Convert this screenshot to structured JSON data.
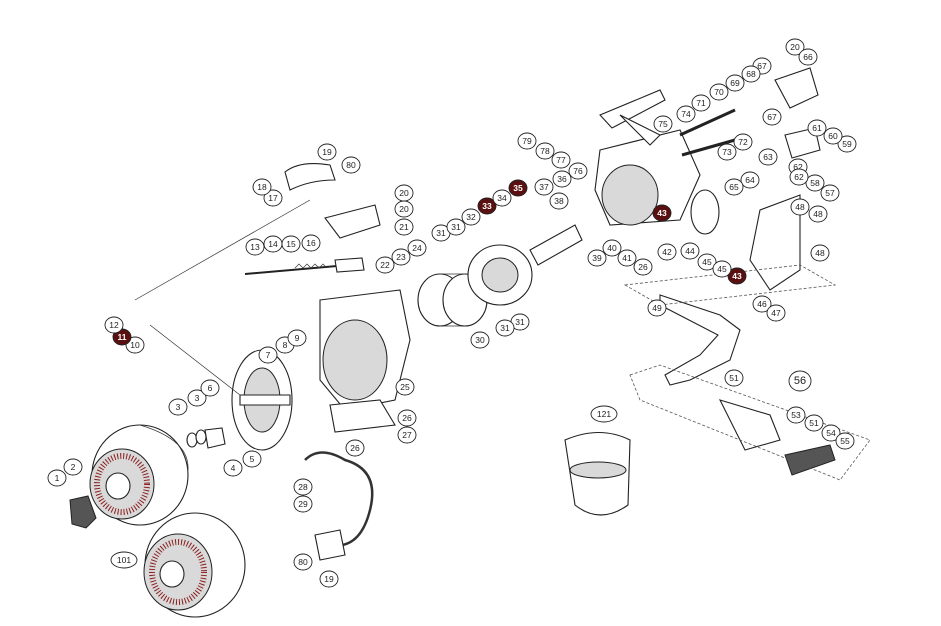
{
  "diagram": {
    "callouts": [
      {
        "id": "c1",
        "label": "1",
        "style": "plain"
      },
      {
        "id": "c2",
        "label": "2",
        "style": "plain"
      },
      {
        "id": "c3a",
        "label": "3",
        "style": "plain"
      },
      {
        "id": "c3b",
        "label": "3",
        "style": "plain"
      },
      {
        "id": "c4",
        "label": "4",
        "style": "plain"
      },
      {
        "id": "c5",
        "label": "5",
        "style": "plain"
      },
      {
        "id": "c6",
        "label": "6",
        "style": "plain"
      },
      {
        "id": "c7",
        "label": "7",
        "style": "plain"
      },
      {
        "id": "c8",
        "label": "8",
        "style": "plain"
      },
      {
        "id": "c9",
        "label": "9",
        "style": "plain"
      },
      {
        "id": "c10",
        "label": "10",
        "style": "plain"
      },
      {
        "id": "c11",
        "label": "11",
        "style": "filled"
      },
      {
        "id": "c12",
        "label": "12",
        "style": "plain"
      },
      {
        "id": "c13",
        "label": "13",
        "style": "plain"
      },
      {
        "id": "c14",
        "label": "14",
        "style": "plain"
      },
      {
        "id": "c15",
        "label": "15",
        "style": "plain"
      },
      {
        "id": "c16",
        "label": "16",
        "style": "plain"
      },
      {
        "id": "c17",
        "label": "17",
        "style": "plain"
      },
      {
        "id": "c18",
        "label": "18",
        "style": "plain"
      },
      {
        "id": "c19a",
        "label": "19",
        "style": "plain"
      },
      {
        "id": "c19b",
        "label": "19",
        "style": "plain"
      },
      {
        "id": "c20a",
        "label": "20",
        "style": "plain"
      },
      {
        "id": "c20b",
        "label": "20",
        "style": "plain"
      },
      {
        "id": "c20c",
        "label": "20",
        "style": "plain"
      },
      {
        "id": "c21",
        "label": "21",
        "style": "plain"
      },
      {
        "id": "c22",
        "label": "22",
        "style": "plain"
      },
      {
        "id": "c23",
        "label": "23",
        "style": "plain"
      },
      {
        "id": "c24",
        "label": "24",
        "style": "plain"
      },
      {
        "id": "c25",
        "label": "25",
        "style": "plain"
      },
      {
        "id": "c26a",
        "label": "26",
        "style": "plain"
      },
      {
        "id": "c26b",
        "label": "26",
        "style": "plain"
      },
      {
        "id": "c26c",
        "label": "26",
        "style": "plain"
      },
      {
        "id": "c27",
        "label": "27",
        "style": "plain"
      },
      {
        "id": "c28",
        "label": "28",
        "style": "plain"
      },
      {
        "id": "c29",
        "label": "29",
        "style": "plain"
      },
      {
        "id": "c30",
        "label": "30",
        "style": "plain"
      },
      {
        "id": "c31a",
        "label": "31",
        "style": "plain"
      },
      {
        "id": "c31b",
        "label": "31",
        "style": "plain"
      },
      {
        "id": "c31c",
        "label": "31",
        "style": "plain"
      },
      {
        "id": "c31d",
        "label": "31",
        "style": "plain"
      },
      {
        "id": "c32",
        "label": "32",
        "style": "plain"
      },
      {
        "id": "c33",
        "label": "33",
        "style": "filled"
      },
      {
        "id": "c34",
        "label": "34",
        "style": "plain"
      },
      {
        "id": "c35",
        "label": "35",
        "style": "filled"
      },
      {
        "id": "c36",
        "label": "36",
        "style": "plain"
      },
      {
        "id": "c37",
        "label": "37",
        "style": "plain"
      },
      {
        "id": "c38",
        "label": "38",
        "style": "plain"
      },
      {
        "id": "c39",
        "label": "39",
        "style": "plain"
      },
      {
        "id": "c40",
        "label": "40",
        "style": "plain"
      },
      {
        "id": "c41",
        "label": "41",
        "style": "plain"
      },
      {
        "id": "c42",
        "label": "42",
        "style": "plain"
      },
      {
        "id": "c43a",
        "label": "43",
        "style": "filled"
      },
      {
        "id": "c43b",
        "label": "43",
        "style": "filled"
      },
      {
        "id": "c44",
        "label": "44",
        "style": "plain"
      },
      {
        "id": "c45a",
        "label": "45",
        "style": "plain"
      },
      {
        "id": "c45b",
        "label": "45",
        "style": "plain"
      },
      {
        "id": "c46",
        "label": "46",
        "style": "plain"
      },
      {
        "id": "c47",
        "label": "47",
        "style": "plain"
      },
      {
        "id": "c48a",
        "label": "48",
        "style": "plain"
      },
      {
        "id": "c48b",
        "label": "48",
        "style": "plain"
      },
      {
        "id": "c48c",
        "label": "48",
        "style": "plain"
      },
      {
        "id": "c49",
        "label": "49",
        "style": "plain"
      },
      {
        "id": "c51a",
        "label": "51",
        "style": "plain"
      },
      {
        "id": "c51b",
        "label": "51",
        "style": "plain"
      },
      {
        "id": "c53",
        "label": "53",
        "style": "plain"
      },
      {
        "id": "c54",
        "label": "54",
        "style": "plain"
      },
      {
        "id": "c55",
        "label": "55",
        "style": "plain"
      },
      {
        "id": "c56",
        "label": "56",
        "style": "large"
      },
      {
        "id": "c57",
        "label": "57",
        "style": "plain"
      },
      {
        "id": "c58",
        "label": "58",
        "style": "plain"
      },
      {
        "id": "c59",
        "label": "59",
        "style": "plain"
      },
      {
        "id": "c60",
        "label": "60",
        "style": "plain"
      },
      {
        "id": "c61",
        "label": "61",
        "style": "plain"
      },
      {
        "id": "c62a",
        "label": "62",
        "style": "plain"
      },
      {
        "id": "c62b",
        "label": "62",
        "style": "plain"
      },
      {
        "id": "c63",
        "label": "63",
        "style": "plain"
      },
      {
        "id": "c64",
        "label": "64",
        "style": "plain"
      },
      {
        "id": "c65",
        "label": "65",
        "style": "plain"
      },
      {
        "id": "c66",
        "label": "66",
        "style": "plain"
      },
      {
        "id": "c67a",
        "label": "67",
        "style": "plain"
      },
      {
        "id": "c67b",
        "label": "67",
        "style": "plain"
      },
      {
        "id": "c68",
        "label": "68",
        "style": "plain"
      },
      {
        "id": "c69",
        "label": "69",
        "style": "plain"
      },
      {
        "id": "c70",
        "label": "70",
        "style": "plain"
      },
      {
        "id": "c71",
        "label": "71",
        "style": "plain"
      },
      {
        "id": "c72",
        "label": "72",
        "style": "plain"
      },
      {
        "id": "c73",
        "label": "73",
        "style": "plain"
      },
      {
        "id": "c74",
        "label": "74",
        "style": "plain"
      },
      {
        "id": "c75",
        "label": "75",
        "style": "plain"
      },
      {
        "id": "c76",
        "label": "76",
        "style": "plain"
      },
      {
        "id": "c77",
        "label": "77",
        "style": "plain"
      },
      {
        "id": "c78",
        "label": "78",
        "style": "plain"
      },
      {
        "id": "c79",
        "label": "79",
        "style": "plain"
      },
      {
        "id": "c80a",
        "label": "80",
        "style": "plain"
      },
      {
        "id": "c80b",
        "label": "80",
        "style": "plain"
      },
      {
        "id": "c101",
        "label": "101",
        "style": "plain"
      },
      {
        "id": "c121",
        "label": "121",
        "style": "plain"
      }
    ],
    "colors": {
      "line": "#222222",
      "callout_fill_filled": "#5a1010",
      "callout_text_filled": "#ffffff",
      "callout_fill_plain": "#ffffff",
      "background": "#ffffff"
    }
  }
}
